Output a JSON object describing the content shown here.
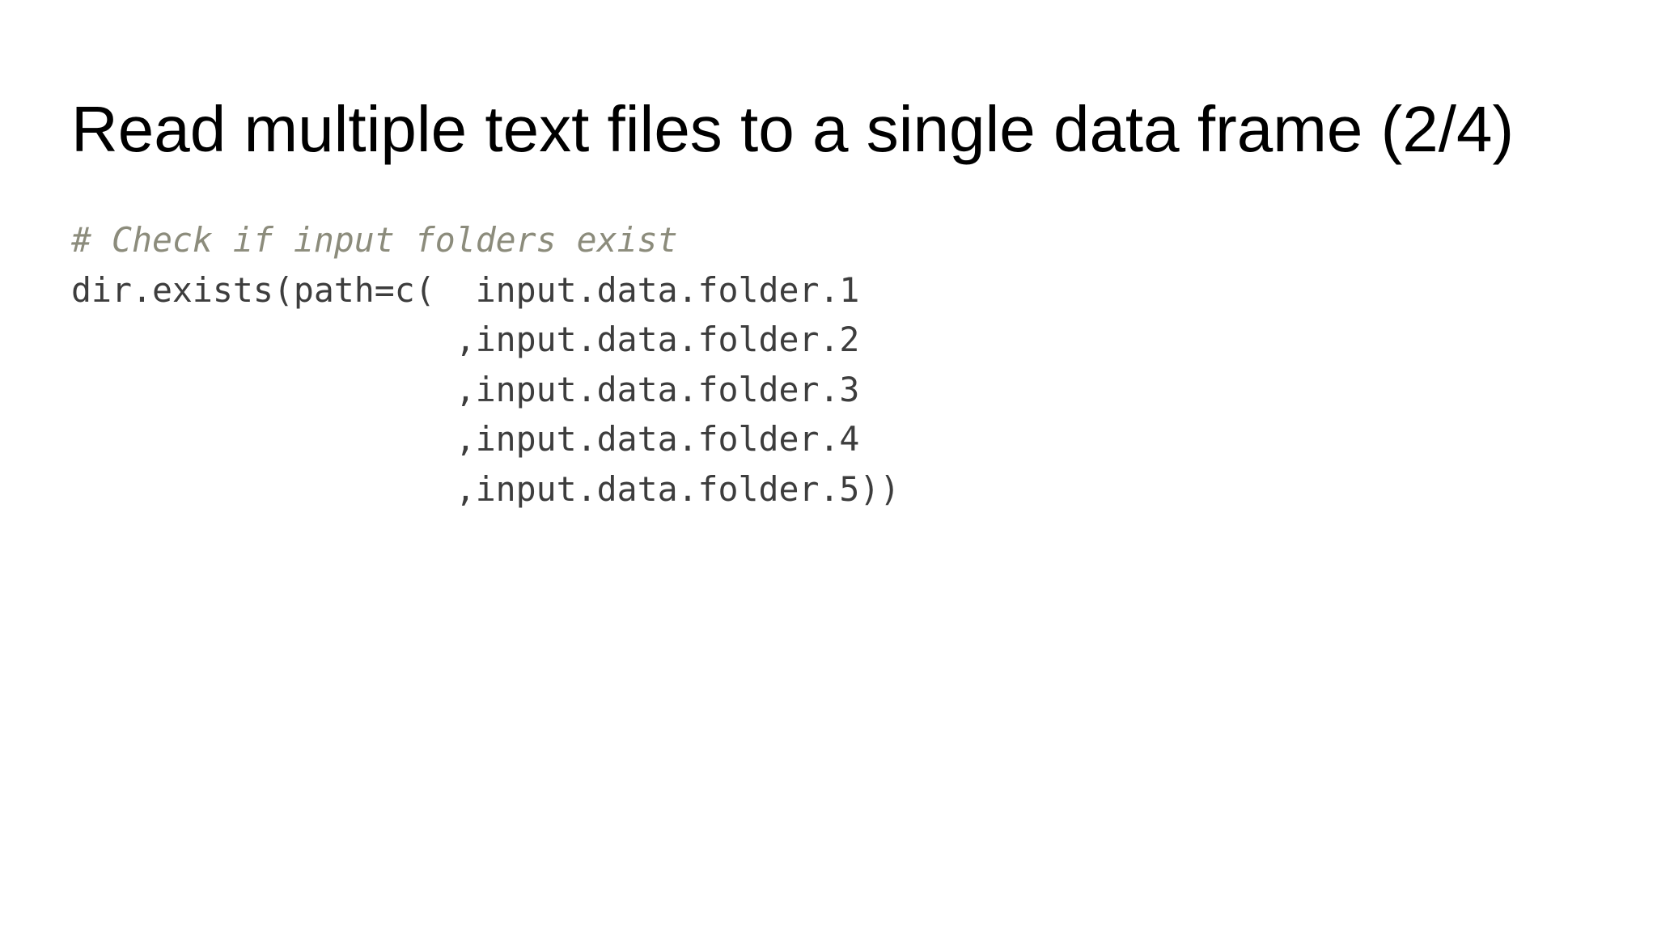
{
  "slide": {
    "title": "Read multiple text files to a single data frame (2/4)",
    "code": {
      "comment": "# Check if input folders exist",
      "lines": [
        "dir.exists(path=c(  input.data.folder.1",
        "                   ,input.data.folder.2",
        "                   ,input.data.folder.3",
        "                   ,input.data.folder.4",
        "                   ,input.data.folder.5))"
      ]
    }
  },
  "colors": {
    "background": "#ffffff",
    "title_text": "#000000",
    "code_text": "#3d3d3d",
    "comment_text": "#8c8c7c"
  }
}
